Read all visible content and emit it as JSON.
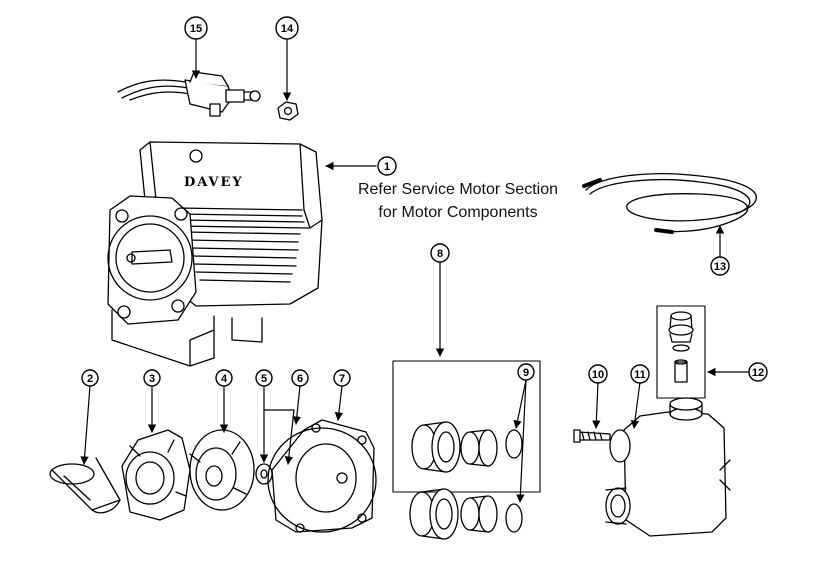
{
  "brand": "DAVEY",
  "note": {
    "line1": "Refer Service Motor Section",
    "line2": "for Motor Components"
  },
  "callouts": {
    "c1": "1",
    "c2": "2",
    "c3": "3",
    "c4": "4",
    "c5": "5",
    "c6": "6",
    "c7": "7",
    "c8": "8",
    "c9": "9",
    "c10": "10",
    "c11": "11",
    "c12": "12",
    "c13": "13",
    "c14": "14",
    "c15": "15"
  }
}
